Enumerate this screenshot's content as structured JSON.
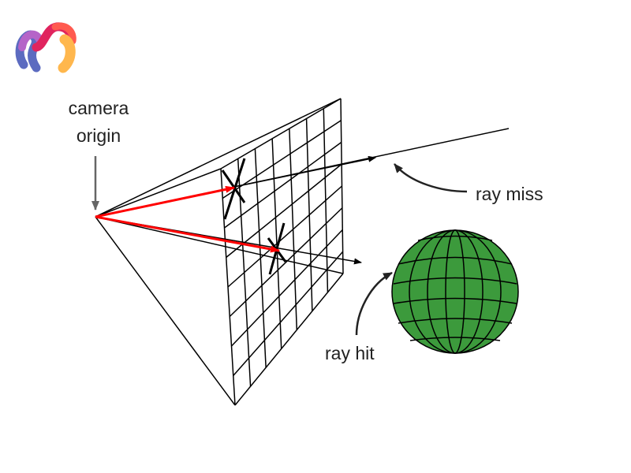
{
  "labels": {
    "camera_line1": "camera",
    "camera_line2": "origin",
    "ray_miss": "ray miss",
    "ray_hit": "ray hit"
  },
  "colors": {
    "primary_ray": "#ff0000",
    "sphere_fill": "#3c9a3c",
    "line": "#000000",
    "pointer": "#666666"
  },
  "grid": {
    "columns": 7,
    "rows": 8
  }
}
